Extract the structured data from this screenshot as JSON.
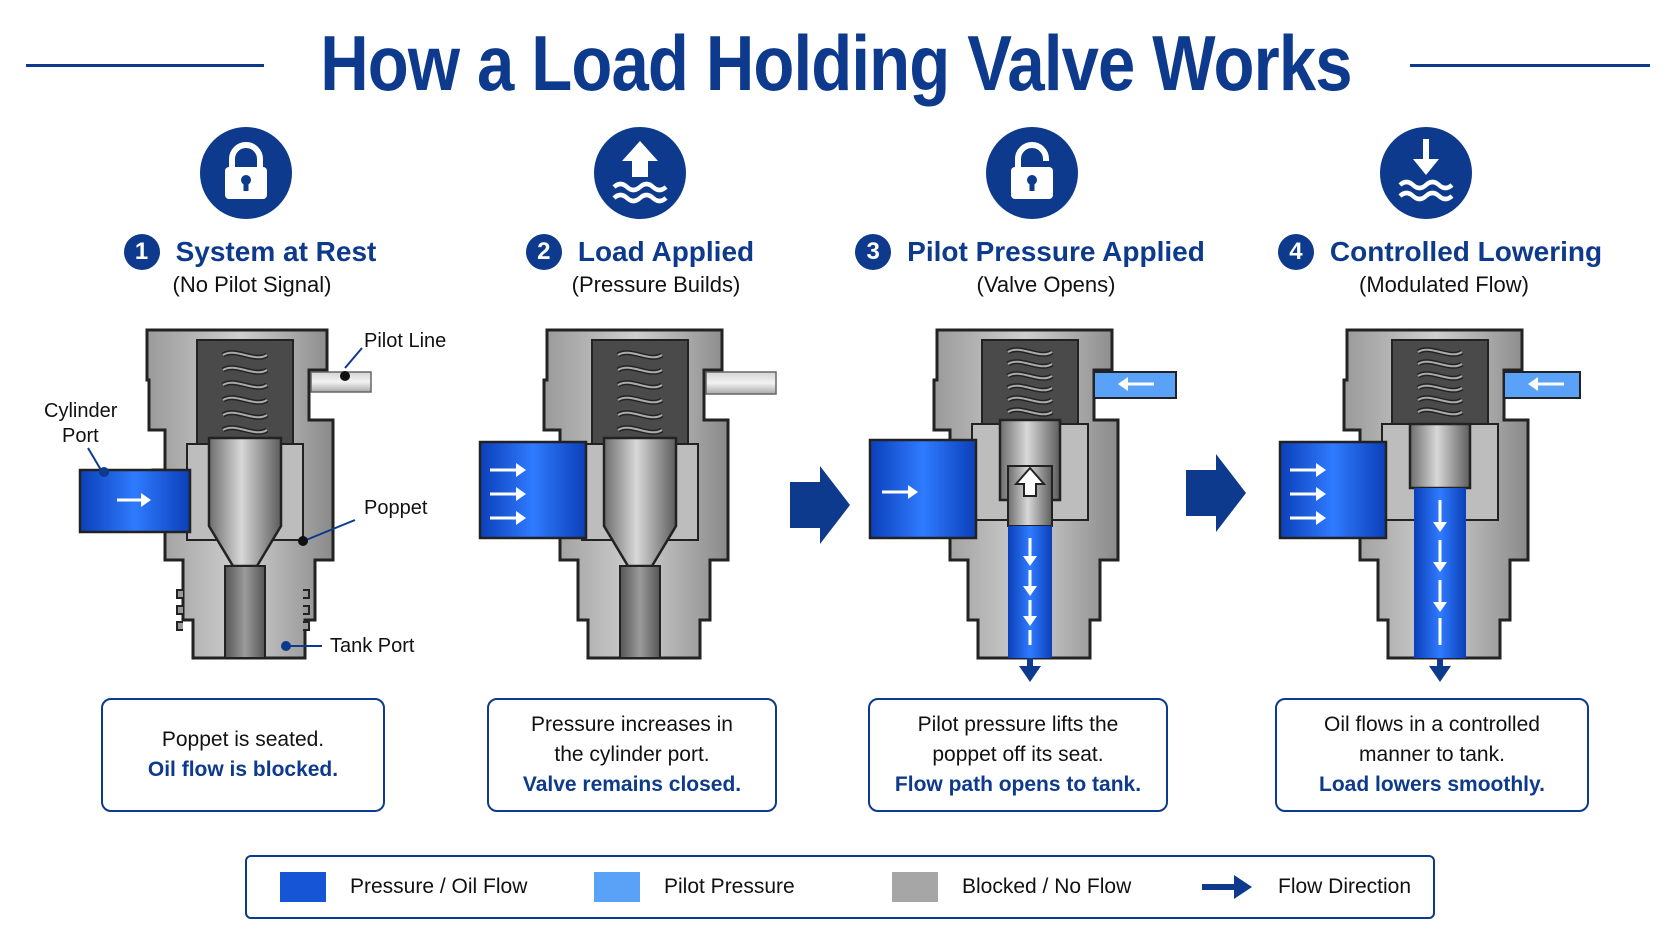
{
  "title": "How a Load Holding Valve Works",
  "colors": {
    "navy": "#0d3a8c",
    "pressure": "#1655d6",
    "pilot": "#5aa2f7",
    "blocked": "#a6a6a6"
  },
  "steps": [
    {
      "number": "1",
      "icon": "lock-icon",
      "title": "System at Rest",
      "subtitle": "(No Pilot Signal)",
      "desc": [
        "Poppet is seated."
      ],
      "desc_highlight": "Oil flow is blocked."
    },
    {
      "number": "2",
      "icon": "load-up-arrow-icon",
      "title": "Load Applied",
      "subtitle": "(Pressure Builds)",
      "desc": [
        "Pressure increases in",
        "the cylinder port."
      ],
      "desc_highlight": "Valve remains closed."
    },
    {
      "number": "3",
      "icon": "unlock-icon",
      "title": "Pilot Pressure Applied",
      "subtitle": "(Valve Opens)",
      "desc": [
        "Pilot pressure lifts the",
        "poppet off its seat."
      ],
      "desc_highlight": "Flow path opens to tank."
    },
    {
      "number": "4",
      "icon": "lowering-down-arrow-icon",
      "title": "Controlled Lowering",
      "subtitle": "(Modulated Flow)",
      "desc": [
        "Oil flows in a controlled",
        "manner to tank."
      ],
      "desc_highlight": "Load lowers smoothly."
    }
  ],
  "callouts": {
    "pilot_line": "Pilot Line",
    "cylinder_port_1": "Cylinder",
    "cylinder_port_2": "Port",
    "poppet": "Poppet",
    "tank_port": "Tank Port"
  },
  "legend": [
    {
      "label": "Pressure / Oil Flow",
      "swatch": "#1655d6"
    },
    {
      "label": "Pilot Pressure",
      "swatch": "#5aa2f7"
    },
    {
      "label": "Blocked / No Flow",
      "swatch": "#a6a6a6"
    },
    {
      "label": "Flow Direction",
      "swatch": "arrow"
    }
  ]
}
